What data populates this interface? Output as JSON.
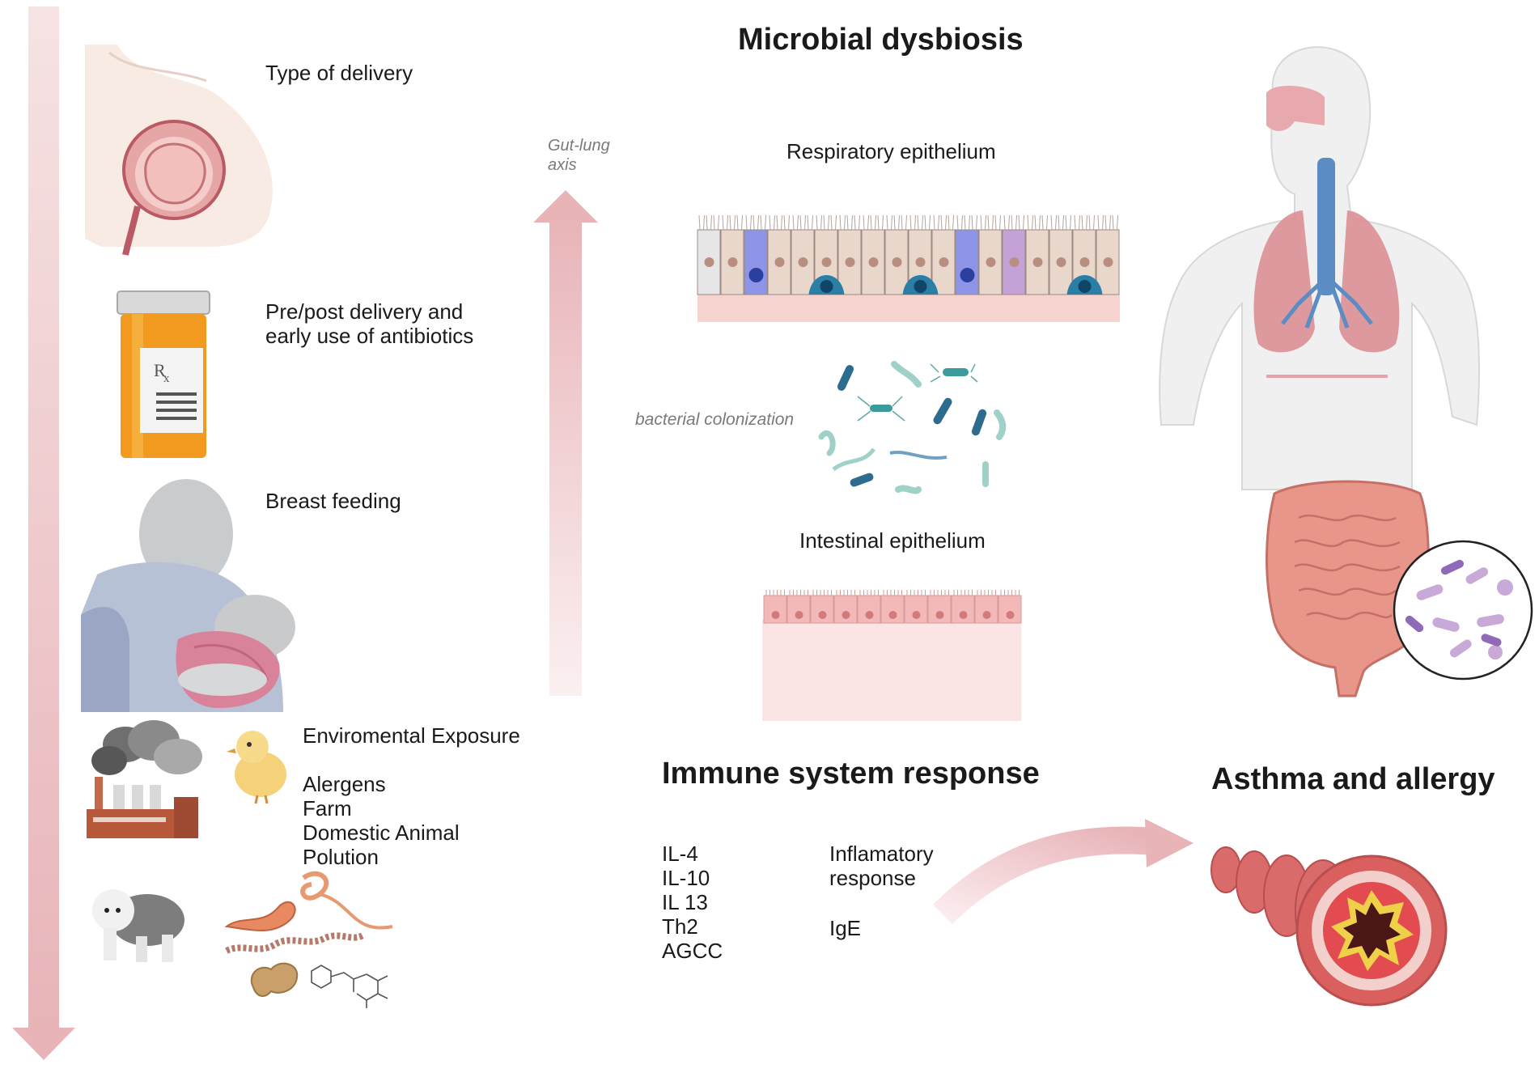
{
  "sections": {
    "left": {
      "type_of_delivery": "Type of delivery",
      "antibiotics": "Pre/post delivery and\nearly use of antibiotics",
      "breast_feeding": "Breast feeding",
      "environmental_heading": "Enviromental Exposure",
      "environmental_items": [
        "Alergens",
        "Farm",
        "Domestic Animal",
        "Polution"
      ]
    },
    "middle": {
      "title": "Microbial dysbiosis",
      "axis_label": "Gut-lung\naxis",
      "respiratory": "Respiratory epithelium",
      "colonization": "bacterial colonization",
      "intestinal": "Intestinal epithelium"
    },
    "immune": {
      "title": "Immune system response",
      "cytokines": [
        "IL-4",
        "IL-10",
        "IL 13",
        "Th2",
        "AGCC"
      ],
      "outcomes_top": "Inflamatory\nresponse",
      "outcomes_bottom": "IgE"
    },
    "outcome": {
      "title": "Asthma and allergy"
    }
  },
  "colors": {
    "arrow_pink": "#e8b4b8",
    "cell_beige": "#e8d4c8",
    "goblet_blue": "#6b73d6",
    "basal_teal": "#2b7fa6",
    "lung_pink": "#d98c92",
    "intestine_pink": "#e8968a"
  },
  "icons": [
    "pregnancy-icon",
    "pill-bottle-icon",
    "breastfeeding-icon",
    "factory-icon",
    "chick-icon",
    "sheepdog-icon",
    "parasites-icon",
    "peanut-icon",
    "chemical-structure-icon",
    "respiratory-epithelium-icon",
    "bacteria-icon",
    "intestinal-epithelium-icon",
    "human-body-icon",
    "lungs-icon",
    "intestines-icon",
    "microbiome-circle-icon",
    "airway-section-icon"
  ]
}
